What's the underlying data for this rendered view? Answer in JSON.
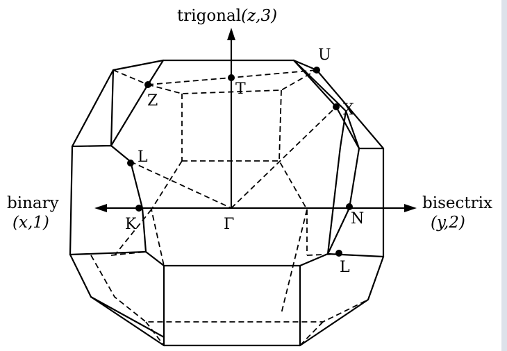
{
  "axes": {
    "trigonal": {
      "name": "trigonal",
      "coord": "(z,3)"
    },
    "binary": {
      "name": "binary",
      "coord": "(x,1)"
    },
    "bisectrix": {
      "name": "bisectrix",
      "coord": "(y,2)"
    }
  },
  "points": {
    "T": "T",
    "U": "U",
    "X": "X",
    "Z": "Z",
    "L_left": "L",
    "K": "K",
    "Gamma": "Γ",
    "N": "N",
    "L_right": "L"
  }
}
